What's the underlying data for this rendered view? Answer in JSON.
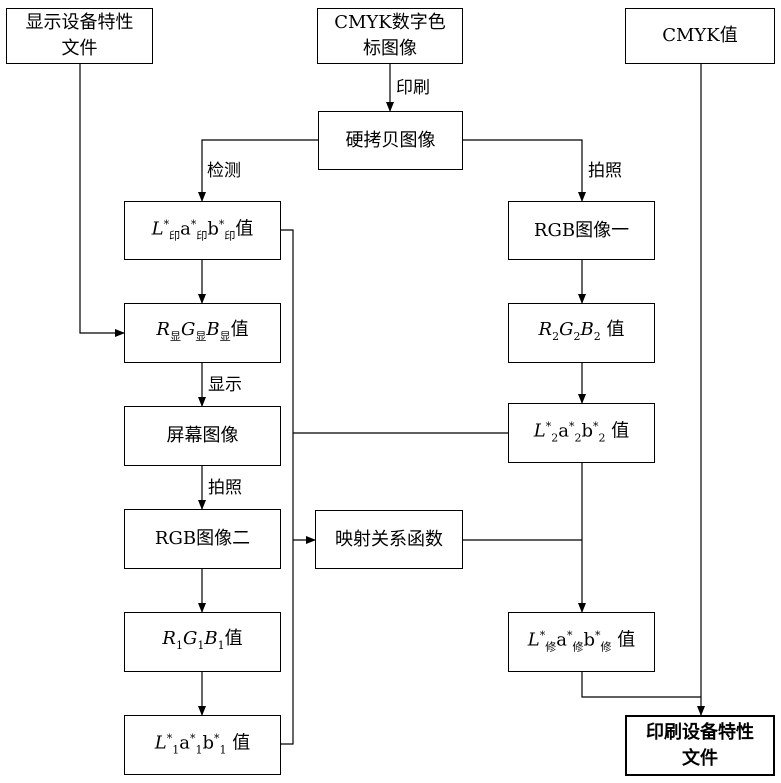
{
  "boxes": {
    "display_profile": [
      "显示设备特性",
      "文件"
    ],
    "cmyk_chart": [
      "CMYK数字色",
      "标图像"
    ],
    "cmyk_value": "CMYK值",
    "hardcopy": "硬拷贝图像",
    "rgb_image_1": "RGB图像一",
    "screen_image": "屏幕图像",
    "rgb_image_2": "RGB图像二",
    "mapping_function": "映射关系函数",
    "print_profile": [
      "印刷设备特性",
      "文件"
    ]
  },
  "formulas": {
    "lab_print": {
      "L": "L",
      "star": "*",
      "a": "a",
      "b": "b",
      "sub": "印",
      "suffix": "值"
    },
    "rgb_display": {
      "R": "R",
      "G": "G",
      "B": "B",
      "sub": "显",
      "suffix": "值"
    },
    "rgb_1": {
      "R": "R",
      "G": "G",
      "B": "B",
      "sub": "1",
      "suffix": "值"
    },
    "lab_1": {
      "L": "L",
      "star": "*",
      "a": "a",
      "b": "b",
      "sub": "1",
      "suffix": "值"
    },
    "rgb_2": {
      "R": "R",
      "G": "G",
      "B": "B",
      "sub": "2",
      "suffix": "值"
    },
    "lab_2": {
      "L": "L",
      "star": "*",
      "a": "a",
      "b": "b",
      "sub": "2",
      "suffix": "值"
    },
    "lab_corrected": {
      "L": "L",
      "star": "*",
      "a": "a",
      "b": "b",
      "sub": "修",
      "suffix": "值"
    }
  },
  "edge_labels": {
    "print": "印刷",
    "detect": "检测",
    "photo_right": "拍照",
    "display": "显示",
    "photo_left": "拍照"
  }
}
